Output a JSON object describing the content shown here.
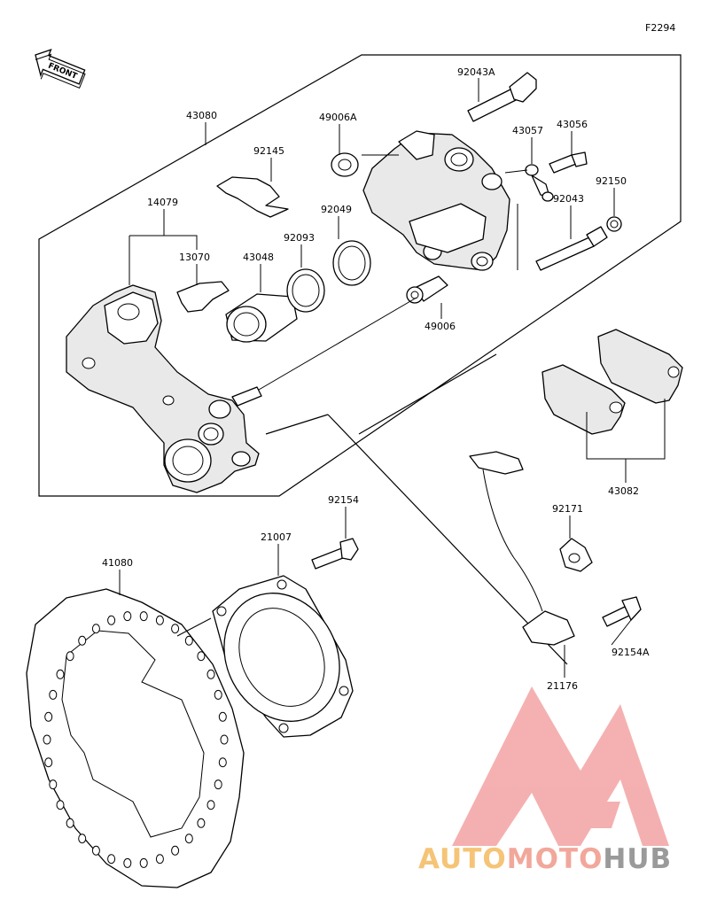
{
  "figure_code": "F2294",
  "front_label": "FRONT",
  "labels": {
    "p43080": "43080",
    "p92043A": "92043A",
    "p49006A": "49006A",
    "p43056": "43056",
    "p43057": "43057",
    "p92145": "92145",
    "p92150": "92150",
    "p14079": "14079",
    "p92049": "92049",
    "p92043": "92043",
    "p13070": "13070",
    "p92093": "92093",
    "p43048": "43048",
    "p49006": "49006",
    "p43082": "43082",
    "p92154": "92154",
    "p92171": "92171",
    "p21007": "21007",
    "p41080": "41080",
    "p92154A": "92154A",
    "p21176": "21176"
  },
  "watermark": {
    "part1": "AUTO",
    "part2": "MOTO",
    "part3": "HUB",
    "colors": {
      "part1": "#f5c477",
      "part2": "#f2a79b",
      "part3": "#9a9a9a",
      "logo": "#f2a0a0"
    }
  }
}
